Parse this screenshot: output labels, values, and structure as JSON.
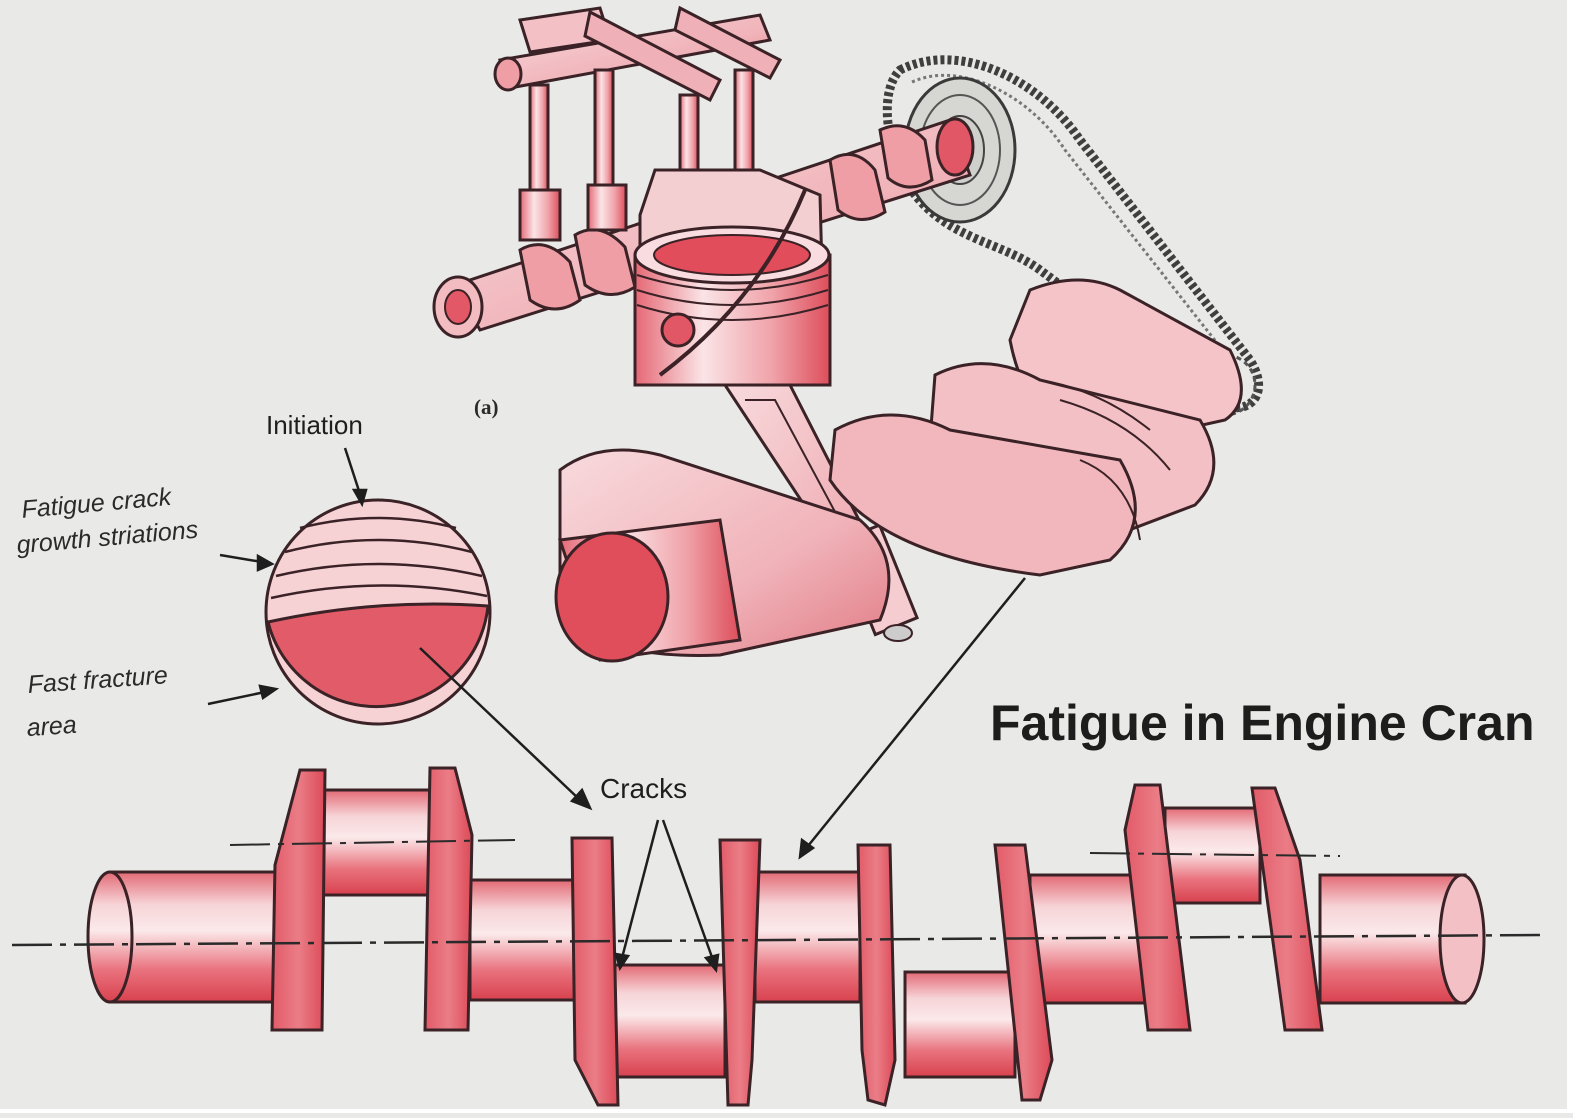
{
  "figure": {
    "panel_label": "(a)",
    "title": "Fatigue in Engine Cran",
    "labels": {
      "initiation": "Initiation",
      "striations_line1": "Fatigue crack",
      "striations_line2": "growth striations",
      "fast_fracture_line1": "Fast fracture",
      "fast_fracture_line2": "area",
      "cracks": "Cracks"
    },
    "colors": {
      "background": "#e9e9e7",
      "part_light": "#f3c5c8",
      "part_mid": "#e8868e",
      "part_dark": "#d9434f",
      "outline": "#3a2226"
    }
  }
}
